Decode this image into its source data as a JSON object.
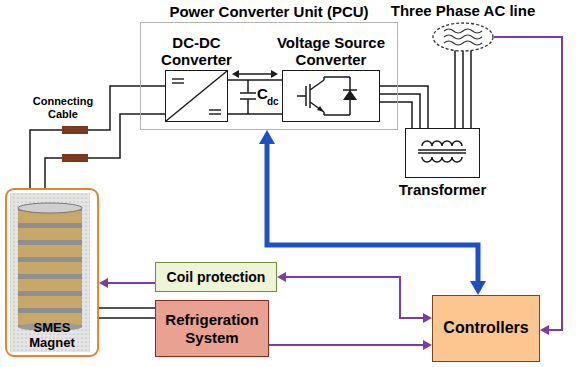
{
  "diagram": {
    "nodes": [
      {
        "text": [
          "Power Converter Unit (PCU)"
        ]
      },
      {
        "text": [
          "DC-DC Converter"
        ],
        "in": 0
      },
      {
        "text": [
          "Voltage Source Converter"
        ],
        "in": 0
      },
      {
        "text": [
          "Three Phase AC line"
        ]
      },
      {
        "text": [
          "Transformer"
        ]
      },
      {
        "text": [
          "SMES Magnet"
        ]
      },
      {
        "text": [
          "Coil protection"
        ]
      },
      {
        "text": [
          "Refrigeration System"
        ]
      },
      {
        "text": [
          "Controllers"
        ]
      }
    ],
    "edges": [
      {
        "from": 5,
        "to": 1,
        "arrow": "none"
      },
      {
        "from": 1,
        "to": 2,
        "arrow": "none"
      },
      {
        "from": 2,
        "to": 4,
        "arrow": "none"
      },
      {
        "from": 3,
        "to": 4,
        "arrow": "none"
      },
      {
        "from": 0,
        "to": 8,
        "arrow": "both"
      },
      {
        "from": 3,
        "to": 8,
        "arrow": "to"
      },
      {
        "from": 6,
        "to": 5,
        "arrow": "to"
      },
      {
        "from": 6,
        "to": 8,
        "arrow": "both"
      },
      {
        "from": 7,
        "to": 8,
        "arrow": "to"
      },
      {
        "from": 7,
        "to": 5,
        "arrow": "none"
      }
    ],
    "labels": [
      "Connecting Cable",
      "C",
      "dc"
    ]
  }
}
